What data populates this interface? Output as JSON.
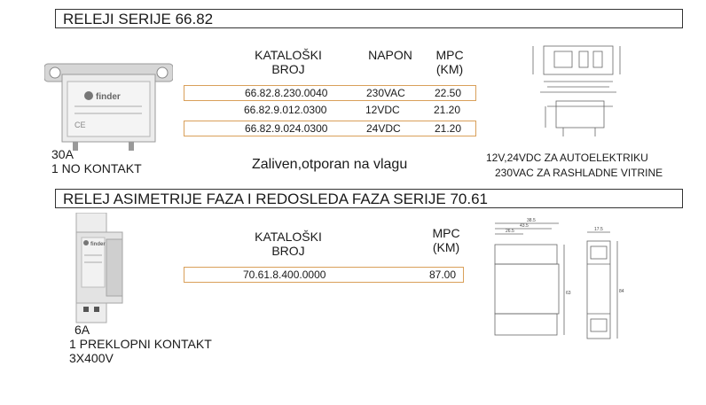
{
  "section1": {
    "title": "RELEJI SERIJE 66.82",
    "headers": {
      "catalog": [
        "KATALOŠKI",
        "BROJ"
      ],
      "voltage": "NAPON",
      "price": [
        "MPC",
        "(KM)"
      ]
    },
    "rows": [
      {
        "catalog": "66.82.8.230.0040",
        "voltage": "230VAC",
        "price": "22.50"
      },
      {
        "catalog": "66.82.9.012.0300",
        "voltage": "12VDC",
        "price": "21.20"
      },
      {
        "catalog": "66.82.9.024.0300",
        "voltage": "24VDC",
        "price": "21.20"
      }
    ],
    "spec_lines": [
      "30A",
      "1 NO  KONTAKT"
    ],
    "feature": "Zaliven,otporan na vlagu",
    "usage_lines": [
      "12V,24VDC ZA AUTOELEKTRIKU",
      "230VAC  ZA RASHLADNE VITRINE"
    ],
    "product_label": "finder"
  },
  "section2": {
    "title": "RELEJ ASIMETRIJE FAZA I  REDOSLEDA FAZA SERIJE 70.61",
    "headers": {
      "catalog": [
        "KATALOŠKI",
        "BROJ"
      ],
      "price": [
        "MPC",
        "(KM)"
      ]
    },
    "rows": [
      {
        "catalog": "70.61.8.400.0000",
        "price": "87.00"
      }
    ],
    "spec_lines": [
      "6A",
      "1 PREKLOPNI  KONTAKT",
      "3X400V"
    ],
    "product_label": "finder",
    "dims": [
      "38.5",
      "43.5",
      "26.5",
      "17.5",
      "63",
      "84"
    ]
  },
  "colors": {
    "row_border": "#d9a05a",
    "relay_body": "#e8e8e8",
    "device_body": "#e3e3e3"
  }
}
